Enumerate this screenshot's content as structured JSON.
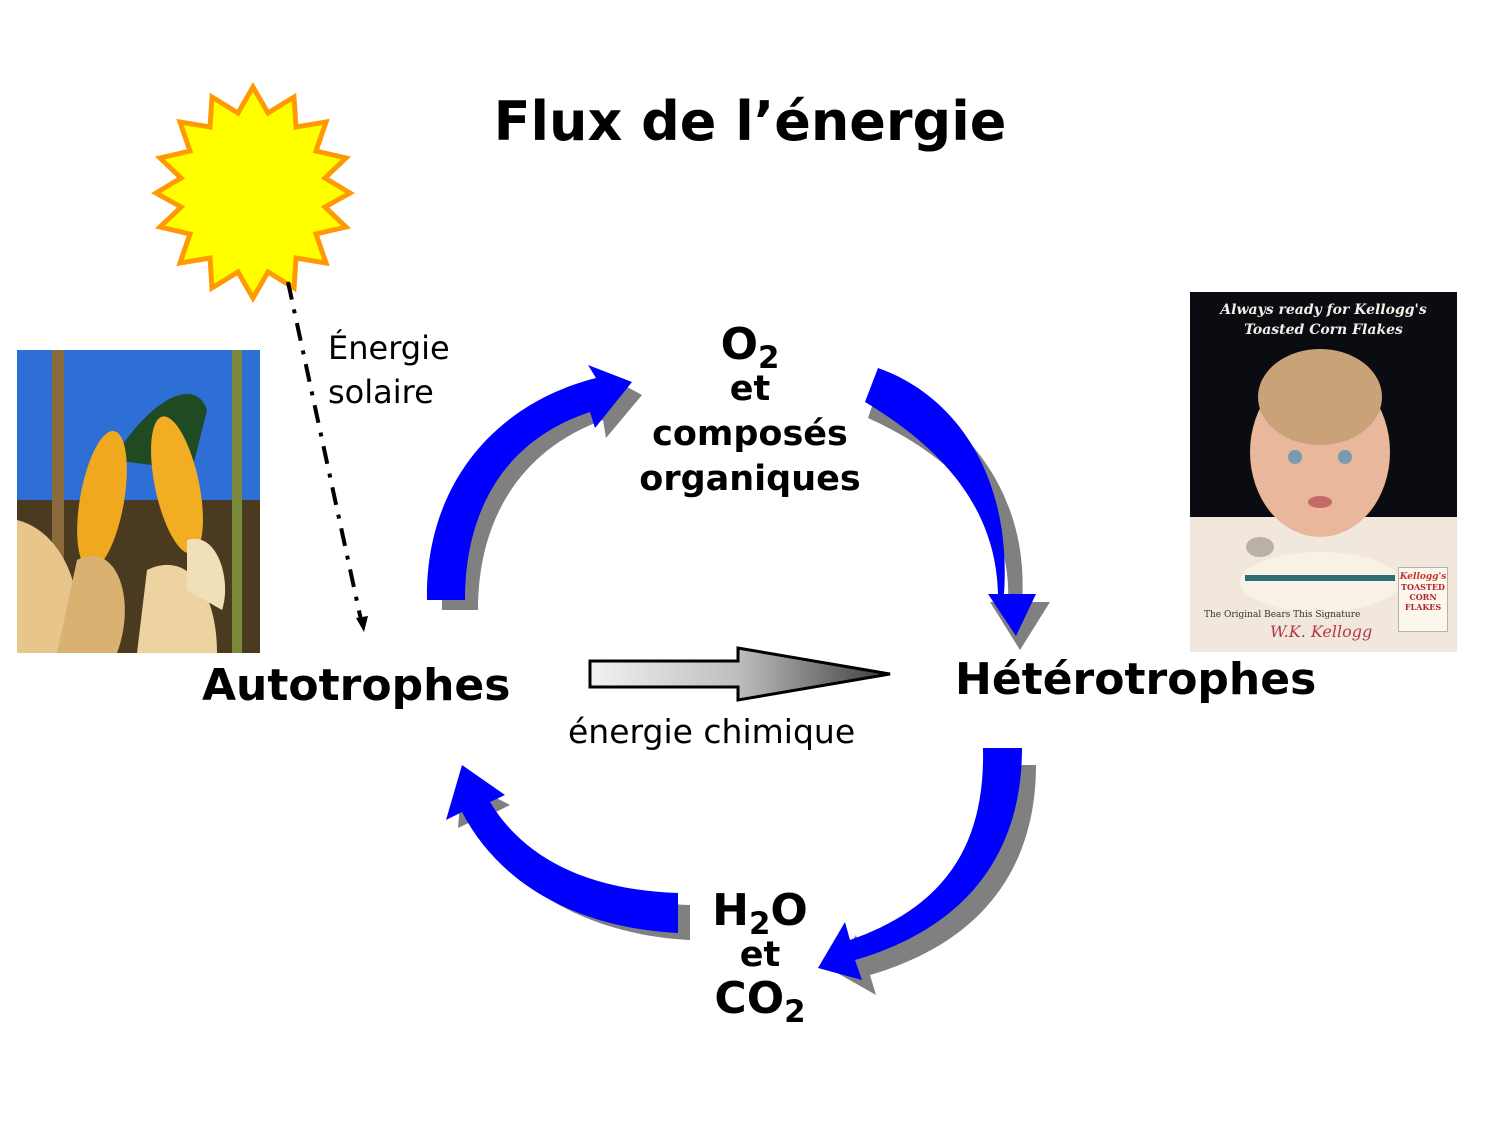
{
  "title": "Flux de l’énergie",
  "sun": {
    "icon": "sun-icon",
    "fill": "#ffff00",
    "stroke": "#ff9900"
  },
  "solar_label": {
    "line1": "Énergie",
    "line2": "solaire"
  },
  "nodes": {
    "autotrophes": "Autotrophes",
    "heterotrophes": "Hétérotrophes"
  },
  "chemical_energy_label": "énergie chimique",
  "top_products": {
    "o2_main": "O",
    "o2_sub": "2",
    "et": "et",
    "line3": "composés",
    "line4": "organiques"
  },
  "bottom_products": {
    "h2o_h": "H",
    "h2o_sub": "2",
    "h2o_o": "O",
    "et": "et",
    "co2_main": "CO",
    "co2_sub": "2"
  },
  "cycle_arrow_color": "#0000ff",
  "cycle_shadow_color": "#808080",
  "images": {
    "corn_photo": {
      "description": "Épis de maïs"
    },
    "kellogg_poster": {
      "headline_line1": "Always ready for Kellogg's",
      "headline_line2": "Toasted Corn Flakes",
      "footer": "The Original Bears This Signature",
      "signature": "W.K. Kellogg",
      "box_brand": "Kellogg's",
      "box_line1": "TOASTED",
      "box_line2": "CORN",
      "box_line3": "FLAKES"
    }
  }
}
